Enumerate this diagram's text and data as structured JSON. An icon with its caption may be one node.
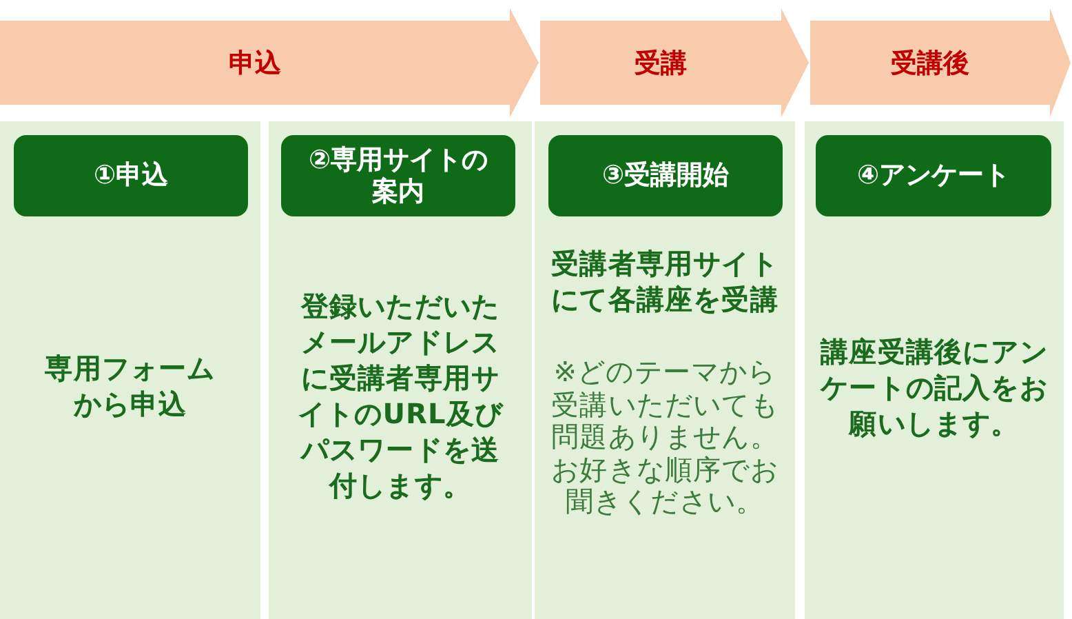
{
  "diagram": {
    "nodes": [
      {
        "text": [
          "申込"
        ]
      },
      {
        "text": [
          "受講"
        ]
      },
      {
        "text": [
          "受講後"
        ]
      },
      {
        "text": [
          "専用フォームから申込"
        ]
      },
      {
        "text": [
          "①申込"
        ],
        "in": 3
      },
      {
        "text": [
          "登録いただいたメールアドレスに受講者専用サイトのURL及びパスワードを送付します。"
        ]
      },
      {
        "text": [
          "②専用サイトの案内"
        ],
        "in": 5
      },
      {
        "text": [
          "受講者専用サイトにて各講座を受講",
          "※どのテーマから受講いただいても問題ありません。お好きな順序でお聞きください。"
        ]
      },
      {
        "text": [
          "③受講開始"
        ],
        "in": 7
      },
      {
        "text": [
          "講座受講後にアンケートの記入をお願いします。"
        ]
      },
      {
        "text": [
          "④アンケート"
        ],
        "in": 9
      }
    ]
  }
}
